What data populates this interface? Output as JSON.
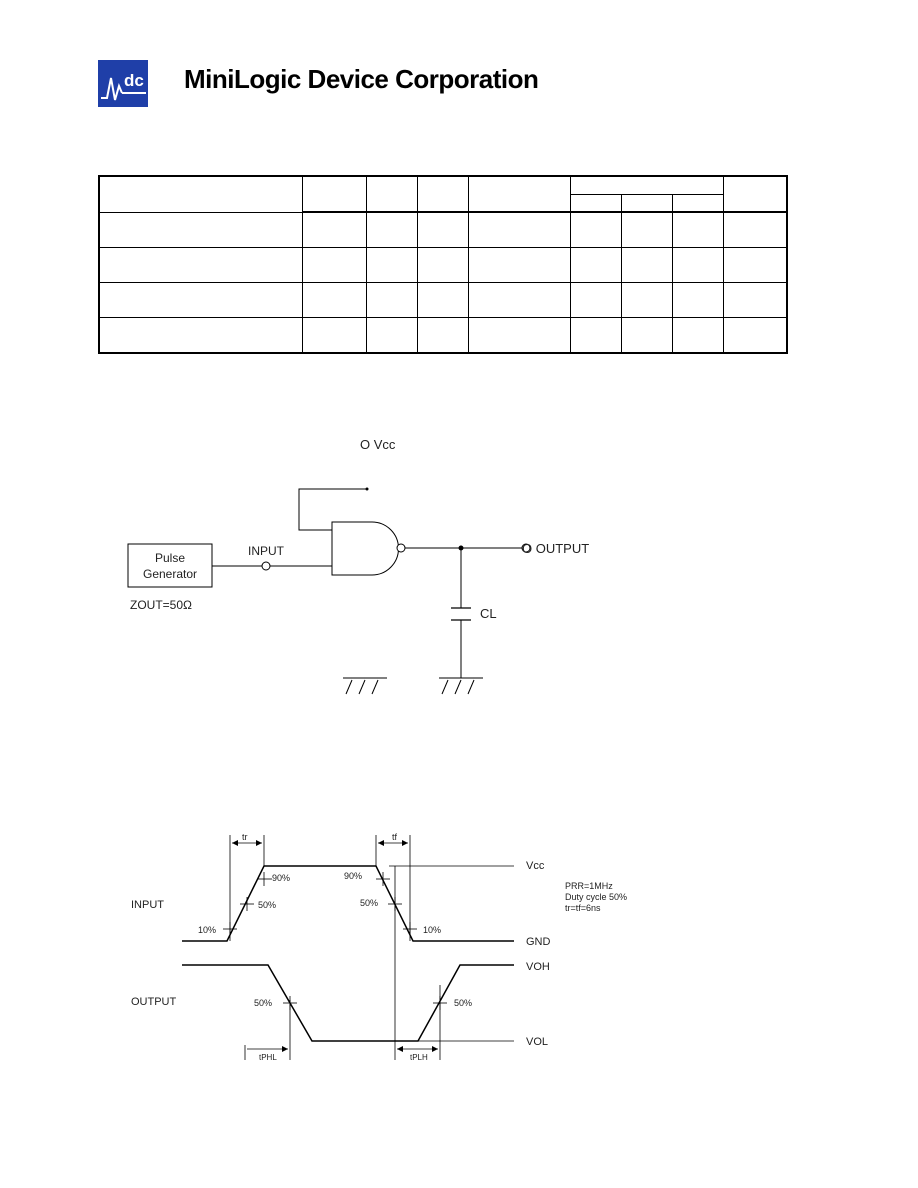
{
  "header": {
    "logo_text": "dc",
    "company_name": "MiniLogic Device Corporation"
  },
  "table": {
    "rows": [
      [
        "",
        "",
        "",
        "",
        "",
        "",
        "",
        "",
        ""
      ],
      [
        "",
        "",
        "",
        "",
        "",
        "",
        "",
        "",
        ""
      ],
      [
        "",
        "",
        "",
        "",
        "",
        "",
        "",
        "",
        ""
      ],
      [
        "",
        "",
        "",
        "",
        "",
        "",
        "",
        "",
        ""
      ]
    ]
  },
  "test_circuit": {
    "vcc_label": "O Vcc",
    "pulse_generator_line1": "Pulse",
    "pulse_generator_line2": "Generator",
    "input_label": "INPUT",
    "output_label": "O OUTPUT",
    "zout_label": "ZOUT=50Ω",
    "cl_label": "CL"
  },
  "waveform": {
    "tr_label": "tr",
    "tf_label": "tf",
    "vcc_label": "Vcc",
    "gnd_label": "GND",
    "voh_label": "VOH",
    "vol_label": "VOL",
    "input_label": "INPUT",
    "output_label": "OUTPUT",
    "pct_90_a": "90%",
    "pct_50_a": "50%",
    "pct_10_a": "10%",
    "pct_90_b": "90%",
    "pct_50_b": "50%",
    "pct_10_b": "10%",
    "pct_50_out_a": "50%",
    "pct_50_out_b": "50%",
    "tphl_label": "tPHL",
    "tplh_label": "tPLH",
    "note_line1": "PRR=1MHz",
    "note_line2": "Duty cycle 50%",
    "note_line3": "tr=tf=6ns"
  }
}
